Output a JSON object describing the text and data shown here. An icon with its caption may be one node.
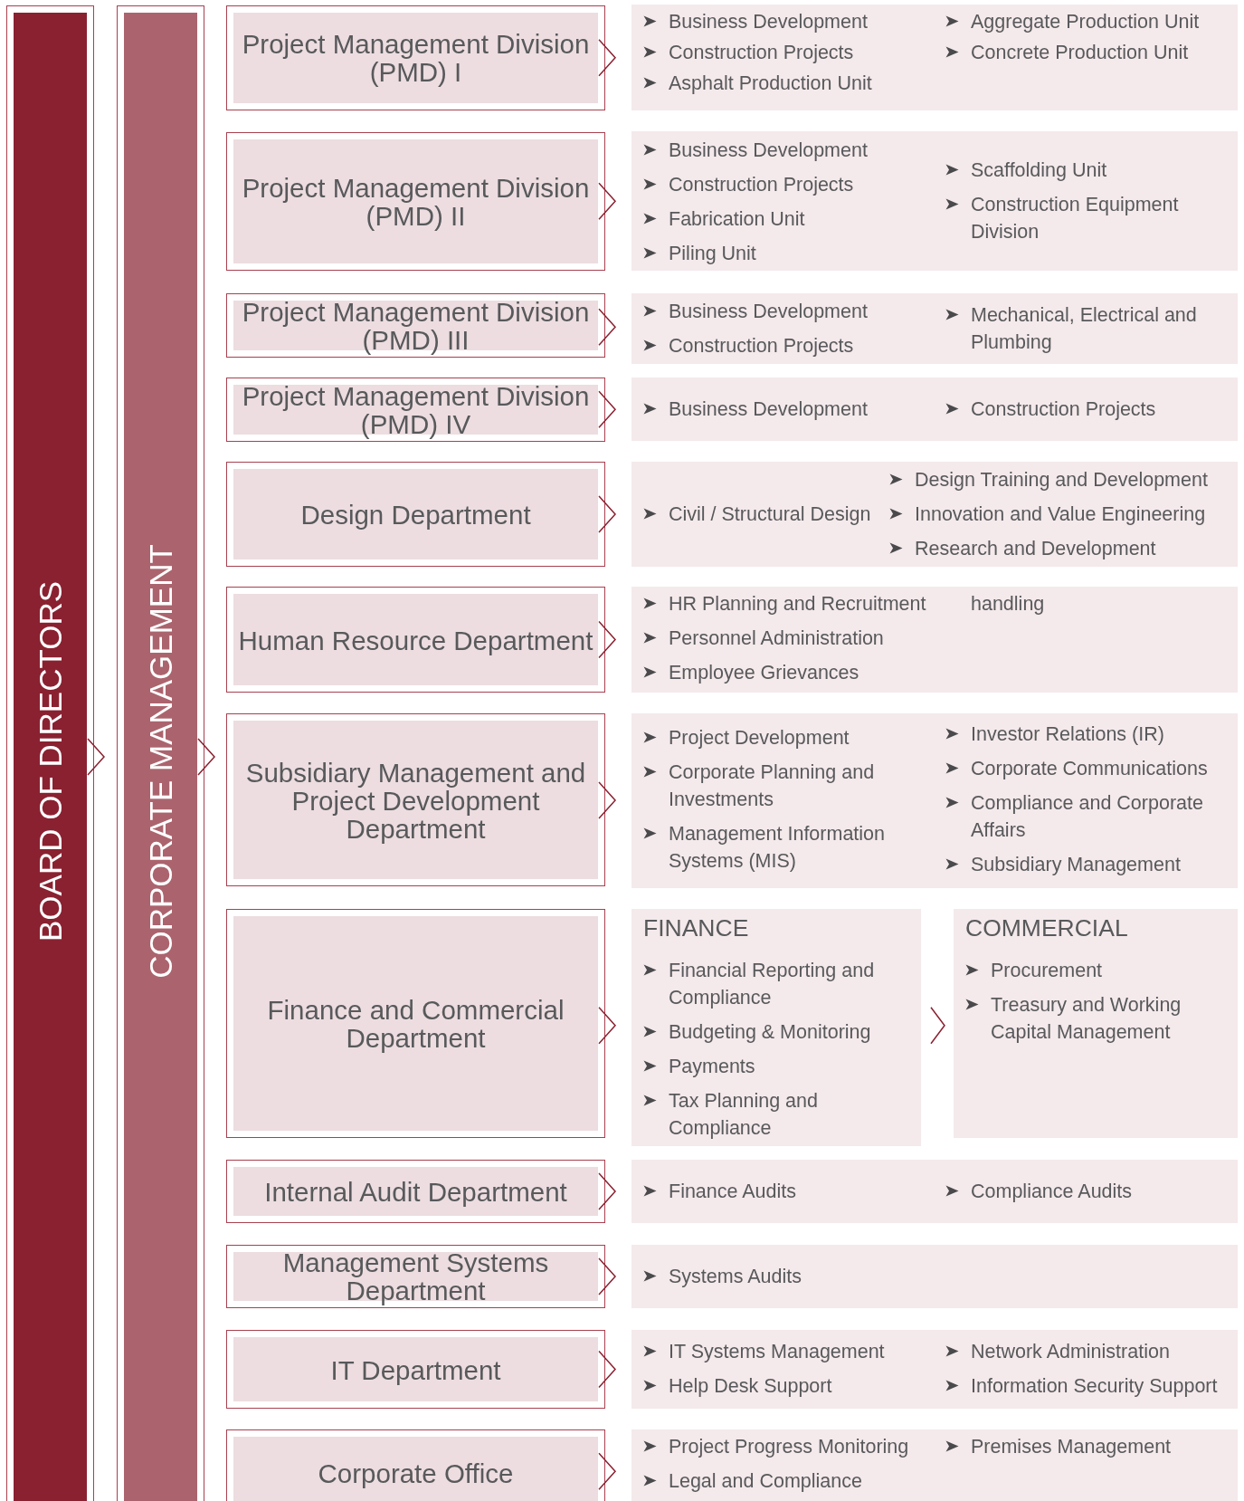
{
  "diagram": {
    "nodes": [
      {
        "text": [
          "BOARD OF DIRECTORS"
        ]
      },
      {
        "text": [
          "CORPORATE MANAGEMENT"
        ]
      },
      {
        "text": [
          "Project Management Division (PMD) I"
        ]
      },
      {
        "text": [
          "Business Development",
          "Construction Projects",
          "Asphalt Production Unit",
          "Aggregate Production Unit",
          "Concrete Production Unit"
        ]
      },
      {
        "text": [
          "Project Management Division (PMD) II"
        ]
      },
      {
        "text": [
          "Business Development",
          "Construction Projects",
          "Fabrication Unit",
          "Piling Unit",
          "Scaffolding Unit",
          "Construction Equipment Division"
        ]
      },
      {
        "text": [
          "Project Management Division (PMD) III"
        ]
      },
      {
        "text": [
          "Business Development",
          "Construction Projects",
          "Mechanical, Electrical and Plumbing"
        ]
      },
      {
        "text": [
          "Project Management Division (PMD) IV"
        ]
      },
      {
        "text": [
          "Business Development",
          "Construction Projects"
        ]
      },
      {
        "text": [
          "Design Department"
        ]
      },
      {
        "text": [
          "Civil / Structural Design",
          "Design Training and Development",
          "Innovation and Value Engineering",
          "Research and Development"
        ]
      },
      {
        "text": [
          "Human Resource Department"
        ]
      },
      {
        "text": [
          "HR Planning and Recruitment",
          "Personnel Administration",
          "Employee Grievances",
          "handling"
        ]
      },
      {
        "text": [
          "Subsidiary Management and Project Development Department"
        ]
      },
      {
        "text": [
          "Project Development",
          "Corporate Planning and Investments",
          "Management Information Systems (MIS)",
          "Investor Relations (IR)",
          "Corporate Communications",
          "Compliance and Corporate Affairs",
          "Subsidiary Management"
        ]
      },
      {
        "text": [
          "Finance and Commercial Department"
        ]
      },
      {
        "text": [
          "FINANCE",
          "Financial Reporting and Compliance",
          "Budgeting & Monitoring",
          "Payments",
          "Tax Planning and Compliance"
        ]
      },
      {
        "text": [
          "COMMERCIAL",
          "Procurement",
          "Treasury and Working Capital Management"
        ]
      },
      {
        "text": [
          "Internal Audit Department"
        ]
      },
      {
        "text": [
          "Finance Audits",
          "Compliance Audits"
        ]
      },
      {
        "text": [
          "Management Systems Department"
        ]
      },
      {
        "text": [
          "Systems Audits"
        ]
      },
      {
        "text": [
          "IT Department"
        ]
      },
      {
        "text": [
          "IT Systems Management",
          "Help Desk Support",
          "Network Administration",
          "Information Security Support"
        ]
      },
      {
        "text": [
          "Corporate Office"
        ]
      },
      {
        "text": [
          "Project Progress Monitoring",
          "Legal and Compliance",
          "Premises Management"
        ]
      }
    ],
    "edges": [
      {
        "from": 0,
        "to": 1,
        "arrow": "to"
      },
      {
        "from": 1,
        "to": null,
        "arrow": "to"
      },
      {
        "from": 2,
        "to": 3,
        "arrow": "to"
      },
      {
        "from": 4,
        "to": 5,
        "arrow": "to"
      },
      {
        "from": 6,
        "to": 7,
        "arrow": "to"
      },
      {
        "from": 8,
        "to": 9,
        "arrow": "to"
      },
      {
        "from": 10,
        "to": 11,
        "arrow": "to"
      },
      {
        "from": 12,
        "to": 13,
        "arrow": "to"
      },
      {
        "from": 14,
        "to": 15,
        "arrow": "to"
      },
      {
        "from": 16,
        "to": 17,
        "arrow": "to"
      },
      {
        "from": 17,
        "to": 18,
        "arrow": "to"
      },
      {
        "from": 19,
        "to": 20,
        "arrow": "to"
      },
      {
        "from": 21,
        "to": 22,
        "arrow": "to"
      },
      {
        "from": 23,
        "to": 24,
        "arrow": "to"
      },
      {
        "from": 25,
        "to": 26,
        "arrow": "to"
      }
    ]
  }
}
